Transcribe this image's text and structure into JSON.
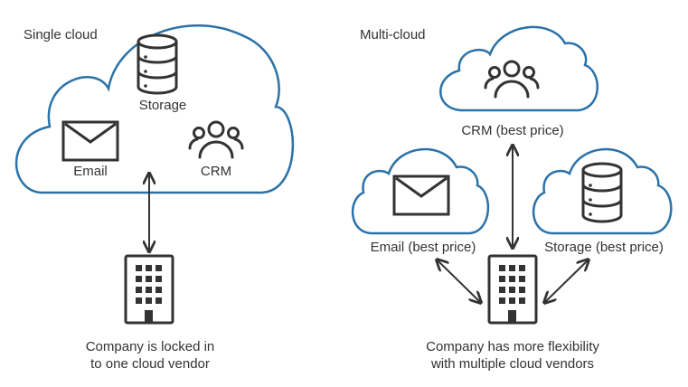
{
  "colors": {
    "cloud_stroke": "#2a72a8",
    "icon": "#333333",
    "text": "#333333",
    "background": "#ffffff"
  },
  "single": {
    "title": "Single cloud",
    "storage_label": "Storage",
    "email_label": "Email",
    "crm_label": "CRM",
    "caption_line1": "Company is locked in",
    "caption_line2": "to one cloud vendor"
  },
  "multi": {
    "title": "Multi-cloud",
    "crm_label": "CRM (best price)",
    "email_label": "Email (best price)",
    "storage_label": "Storage (best price)",
    "caption_line1": "Company has more flexibility",
    "caption_line2": "with multiple cloud vendors"
  },
  "icons": {
    "storage": "database-icon",
    "email": "envelope-icon",
    "crm": "users-group-icon",
    "company": "office-building-icon"
  }
}
